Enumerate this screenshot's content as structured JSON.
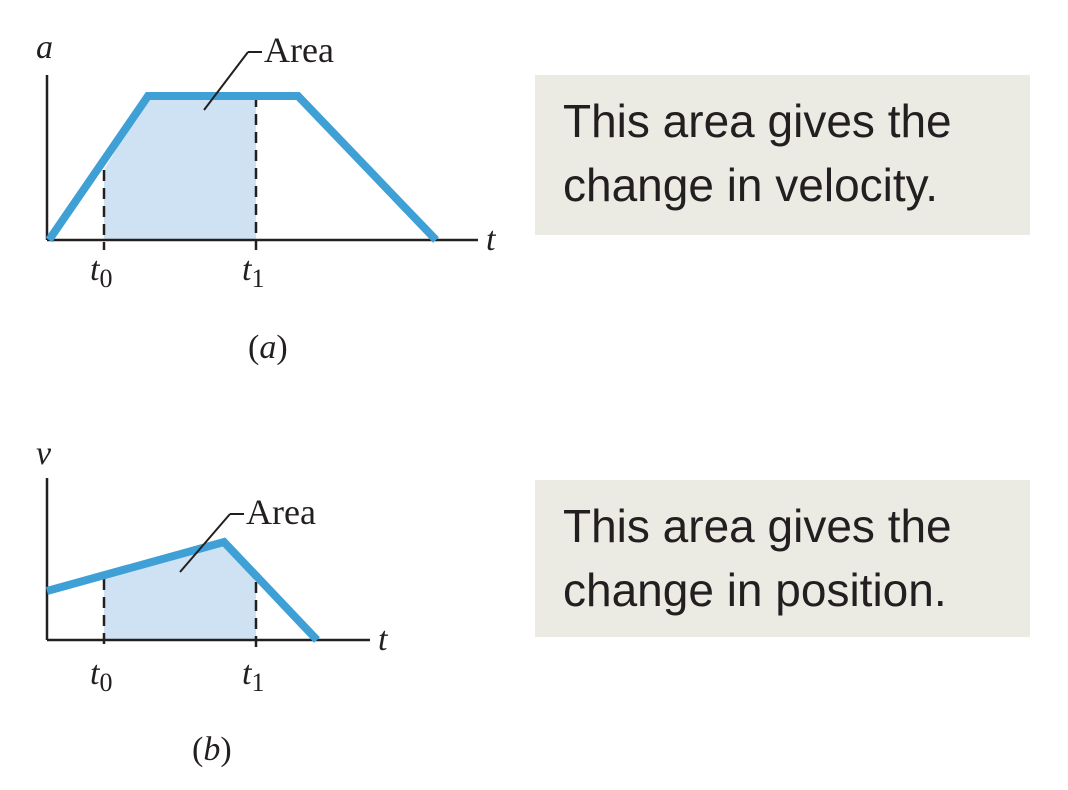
{
  "colors": {
    "curve": "#3fa0d6",
    "area_fill": "#cfe2f3",
    "box_bg": "#ebebe4",
    "ink": "#231f20"
  },
  "panel_a": {
    "y_axis_label": "a",
    "x_axis_label": "t",
    "area_label": "Area",
    "t0_label": "t",
    "t0_sub": "0",
    "t1_label": "t",
    "t1_sub": "1",
    "caption_open": "(",
    "caption_letter": "a",
    "caption_close": ")",
    "note_line1": "This area gives the",
    "note_line2": "change in velocity."
  },
  "panel_b": {
    "y_axis_label": "v",
    "x_axis_label": "t",
    "area_label": "Area",
    "t0_label": "t",
    "t0_sub": "0",
    "t1_label": "t",
    "t1_sub": "1",
    "caption_open": "(",
    "caption_letter": "b",
    "caption_close": ")",
    "note_line1": "This area gives the",
    "note_line2": "change in position."
  }
}
